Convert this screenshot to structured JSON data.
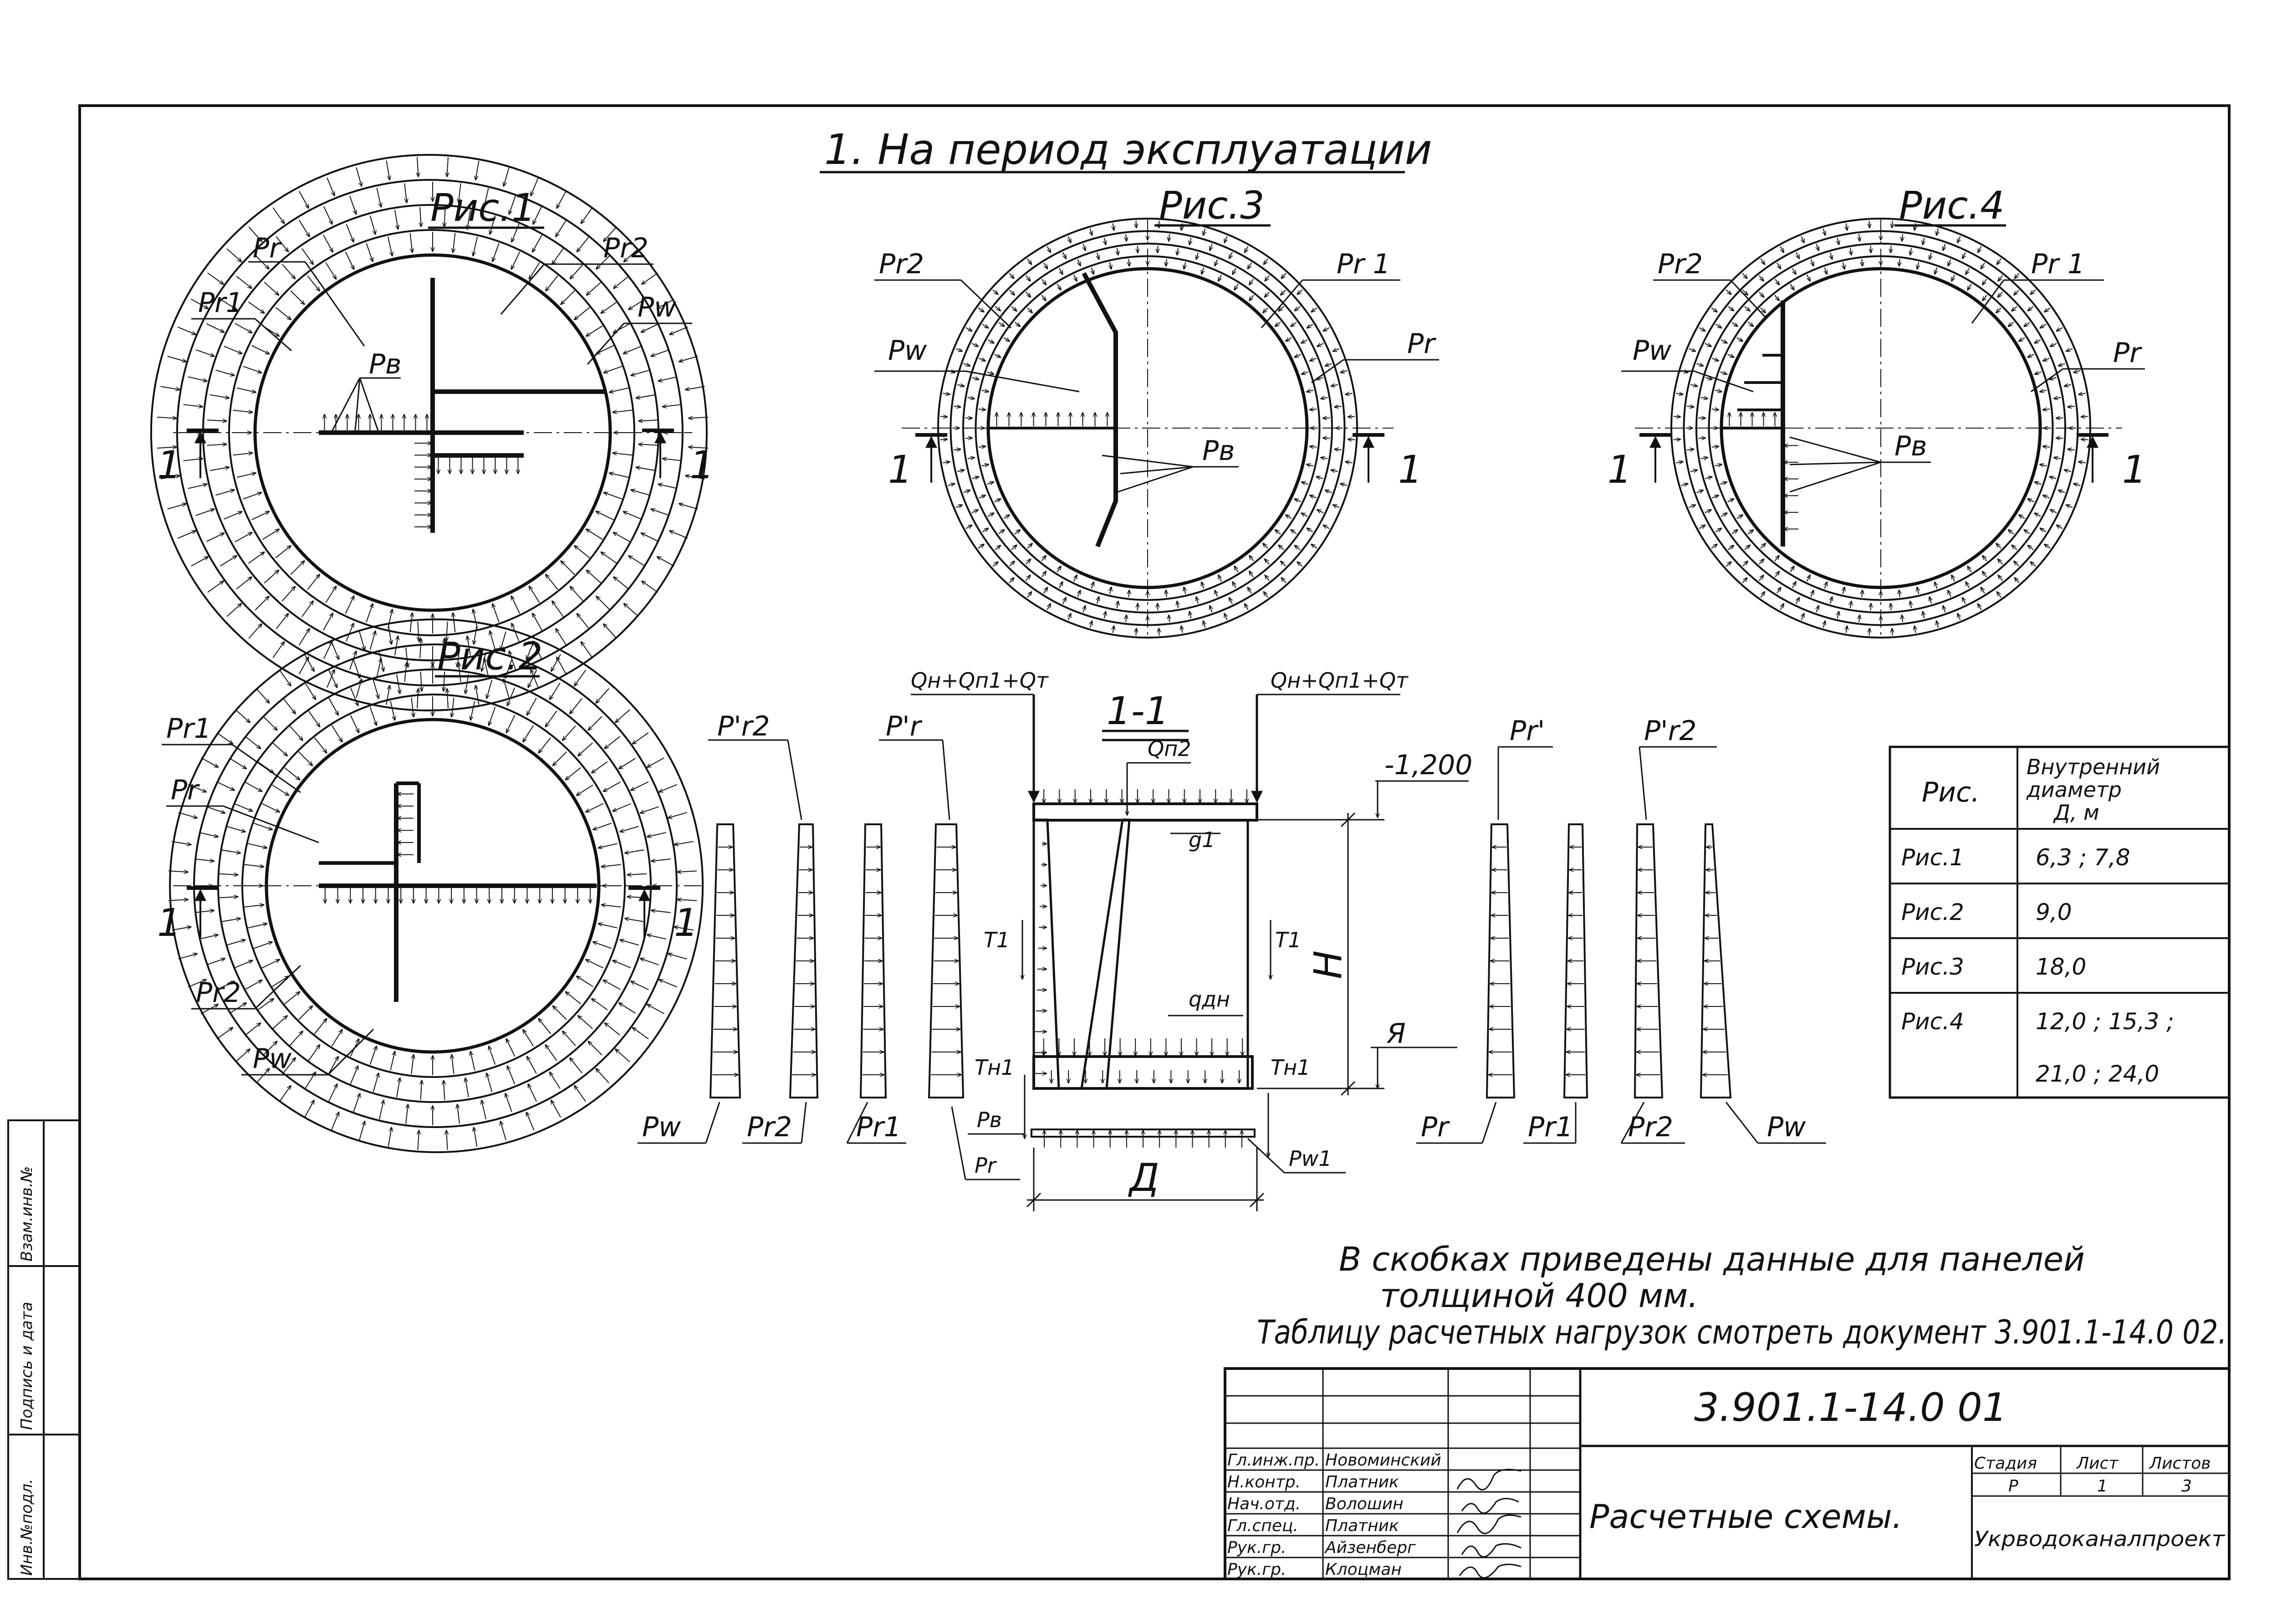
{
  "heading": "1. На период эксплуатации",
  "figures": {
    "fig1": {
      "title": "Рис.1",
      "labels": {
        "pg": "Pr",
        "pg1": "Pr1",
        "pg2": "Pr2",
        "pw": "Pw",
        "pv": "Pв"
      }
    },
    "fig2": {
      "title": "Рис.2",
      "labels": {
        "pg1": "Pr1",
        "pg": "Pr",
        "pg2": "Pr2",
        "pw": "Pw"
      }
    },
    "fig3": {
      "title": "Рис.3",
      "labels": {
        "pg2": "Pr2",
        "pg1": "Pr 1",
        "pw": "Pw",
        "pg": "Pr",
        "pv": "Pв"
      }
    },
    "fig4": {
      "title": "Рис.4",
      "labels": {
        "pg2": "Pr2",
        "pg1": "Pr 1",
        "pw": "Pw",
        "pg": "Pr",
        "pv": "Pв"
      }
    },
    "section_mark": "1"
  },
  "section": {
    "title": "1-1",
    "top_load_left": "Qн+Qп1+Qт",
    "top_load_right": "Qн+Qп1+Qт",
    "qp2": "Qп2",
    "g1": "g1",
    "qdn": "qдн",
    "t1_left": "T1",
    "t1_right": "T1",
    "tn1_left": "Tн1",
    "tn1_right": "Tн1",
    "pv": "Pв",
    "pr": "Pr",
    "pw1": "Pw1",
    "diameter": "Д",
    "height": "H",
    "depth": "Я",
    "elevation": "-1,200",
    "left_labels_top": [
      "P'r2",
      "P'r"
    ],
    "right_labels_top": [
      "Pr'",
      "P'r2"
    ],
    "left_labels_bottom": [
      "Pw",
      "Pr2",
      "Pr1"
    ],
    "right_labels_bottom": [
      "Pr",
      "Pr1",
      "Pr2",
      "Pw"
    ]
  },
  "table": {
    "header_fig": "Рис.",
    "header_diam": [
      "Внутренний",
      "диаметр",
      "Д, м"
    ],
    "rows": [
      {
        "fig": "Рис.1",
        "value": "6,3 ; 7,8"
      },
      {
        "fig": "Рис.2",
        "value": "9,0"
      },
      {
        "fig": "Рис.3",
        "value": "18,0"
      },
      {
        "fig": "Рис.4",
        "value": "12,0 ; 15,3 ;",
        "value2": "21,0 ; 24,0"
      }
    ]
  },
  "notes": {
    "line1": "В скобках приведены данные для панелей",
    "line2": "толщиной 400 мм.",
    "line3": "Таблицу расчетных нагрузок смотреть документ 3.901.1-14.0 02."
  },
  "title_block": {
    "doc_code": "3.901.1-14.0 01",
    "doc_title": "Расчетные схемы.",
    "org": "Укрводоканалпроект",
    "stage_header": "Стадия",
    "sheet_header": "Лист",
    "sheets_header": "Листов",
    "stage": "Р",
    "sheet": "1",
    "sheets": "3",
    "people": [
      {
        "role": "Гл.инж.пр.",
        "name": "Новоминский"
      },
      {
        "role": "Н.контр.",
        "name": "Платник"
      },
      {
        "role": "Нач.отд.",
        "name": "Волошин"
      },
      {
        "role": "Гл.спец.",
        "name": "Платник"
      },
      {
        "role": "Рук.гр.",
        "name": "Айзенберг"
      },
      {
        "role": "Рук.гр.",
        "name": "Клоцман"
      }
    ]
  },
  "side_stamp": [
    "Инв.№подл.",
    "Подпись и дата",
    "Взам.инв.№"
  ]
}
